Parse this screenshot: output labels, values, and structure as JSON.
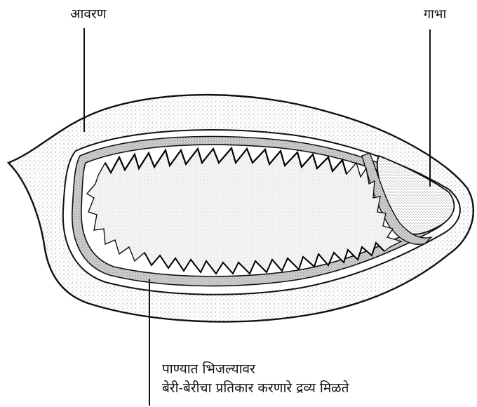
{
  "labels": {
    "husk": "आवरण",
    "core": "गाभा",
    "bottom_line1": "पाण्यात भिजल्यावर",
    "bottom_line2": "बेरी-बेरीचा प्रतिकार करणारे द्रव्य मिळते"
  }
}
